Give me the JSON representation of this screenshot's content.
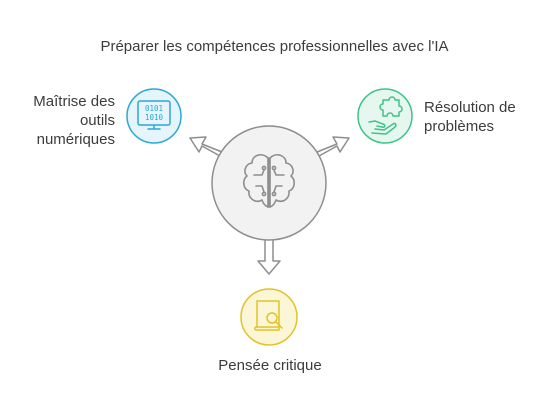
{
  "title": "Préparer les compétences professionnelles avec l'IA",
  "center": {
    "icon": "brain-circuit-icon"
  },
  "nodes": [
    {
      "id": "left",
      "label_lines": [
        "Maîtrise des",
        "outils",
        "numériques"
      ],
      "icon": "binary-monitor-icon",
      "color": "#2aa8d8",
      "fill": "#e6f5fb"
    },
    {
      "id": "right",
      "label_lines": [
        "Résolution de",
        "problèmes"
      ],
      "icon": "puzzle-hand-icon",
      "color": "#3cc48a",
      "fill": "#e5f7ee"
    },
    {
      "id": "bottom",
      "label_lines": [
        "Pensée critique"
      ],
      "icon": "book-search-icon",
      "color": "#e2c324",
      "fill": "#fbf6d6"
    }
  ],
  "colors": {
    "hub_fill": "#f2f2f2",
    "hub_stroke": "#8e8e8e",
    "arrow": "#8e8e8e"
  }
}
